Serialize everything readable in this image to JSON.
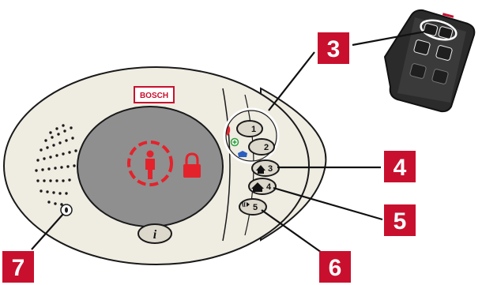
{
  "brand": {
    "label": "BOSCH",
    "color": "#c8102e"
  },
  "colors": {
    "shell": "#efece2",
    "screen": "#8f8f8f",
    "badge": "#c8102e",
    "status_ring": "#e4222b",
    "button_face": "#dcd8cc",
    "outline": "#1a1a1a",
    "fob_body": "#2b2b2b"
  },
  "control_panel": {
    "status_icons": [
      "person-icon",
      "lock-icon"
    ],
    "side_buttons": [
      {
        "label": "1",
        "icon": ""
      },
      {
        "label": "2",
        "icon": ""
      },
      {
        "label": "3",
        "icon": "home-icon"
      },
      {
        "label": "4",
        "icon": "away-home-icon"
      },
      {
        "label": "5",
        "icon": "panic-sound-icon"
      }
    ],
    "info_button": {
      "label": "i"
    },
    "zone_icons": [
      "fire-icon",
      "medical-plus-icon",
      "police-icon"
    ],
    "speaker_grille": "speaker-holes",
    "sensor": "light-sensor-icon"
  },
  "keyfob": {
    "buttons": [
      "unlock-button-icon",
      "lock-button-icon",
      "aux-button-icon",
      "aux-button-icon"
    ]
  },
  "callouts": [
    "3",
    "4",
    "5",
    "6",
    "7"
  ]
}
